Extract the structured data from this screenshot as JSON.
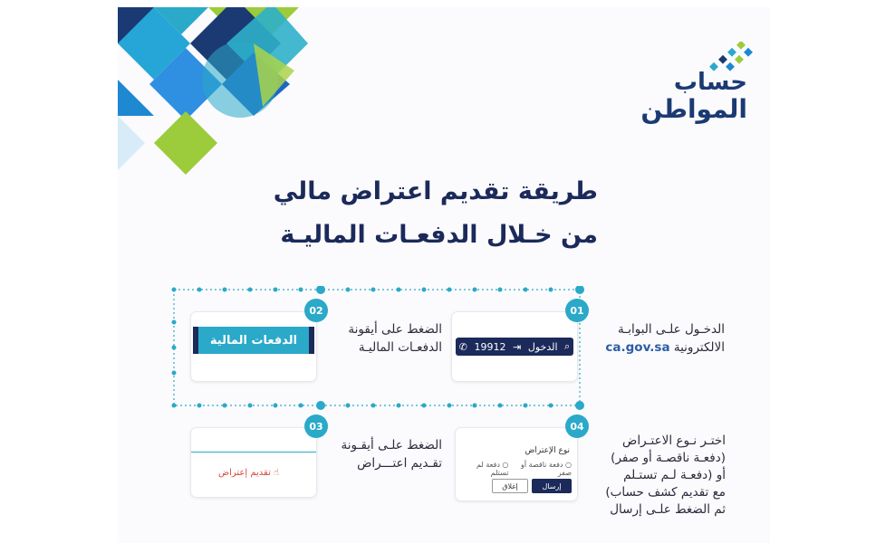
{
  "logo": {
    "line1": "حساب",
    "line2": "المواطن"
  },
  "title": {
    "line1": "طريقة تقديم اعتراض مالي",
    "line2": "من خـلال الدفعـات الماليـة"
  },
  "steps": [
    {
      "number": "01",
      "text_line1": "الدخـول علـى البوابـة",
      "text_line2": "الالكترونية",
      "link": "ca.gov.sa",
      "mock": {
        "phone": "19912",
        "login": "الدخول"
      }
    },
    {
      "number": "02",
      "text_line1": "الضغط على أيقونة",
      "text_line2": "الدفعـات الماليـة",
      "mock": {
        "button": "الدفعات المالية"
      }
    },
    {
      "number": "03",
      "text_line1": "الضغط علـى أيقـونة",
      "text_line2": "تقـديم اعتـــراض",
      "mock": {
        "button": "تقديم إعتراض"
      }
    },
    {
      "number": "04",
      "text_lines": [
        "اختـر نـوع الاعتـراض",
        "(دفعـة ناقصـة أو صفر)",
        "أو (دفعـة لـم تستـلم",
        "مع تقديم كشف حساب)",
        "ثم الضغط علـى إرسال"
      ],
      "mock": {
        "label": "نوع الإعتراض",
        "option1": "دفعة ناقصة أو صفر",
        "option2": "دفعة لم تستلم",
        "send": "إرسال",
        "close": "إغلاق"
      }
    }
  ],
  "colors": {
    "navy": "#1b2a5a",
    "cyan": "#2aa9c9",
    "lime": "#9ccb3b",
    "blue": "#1e88d0"
  }
}
